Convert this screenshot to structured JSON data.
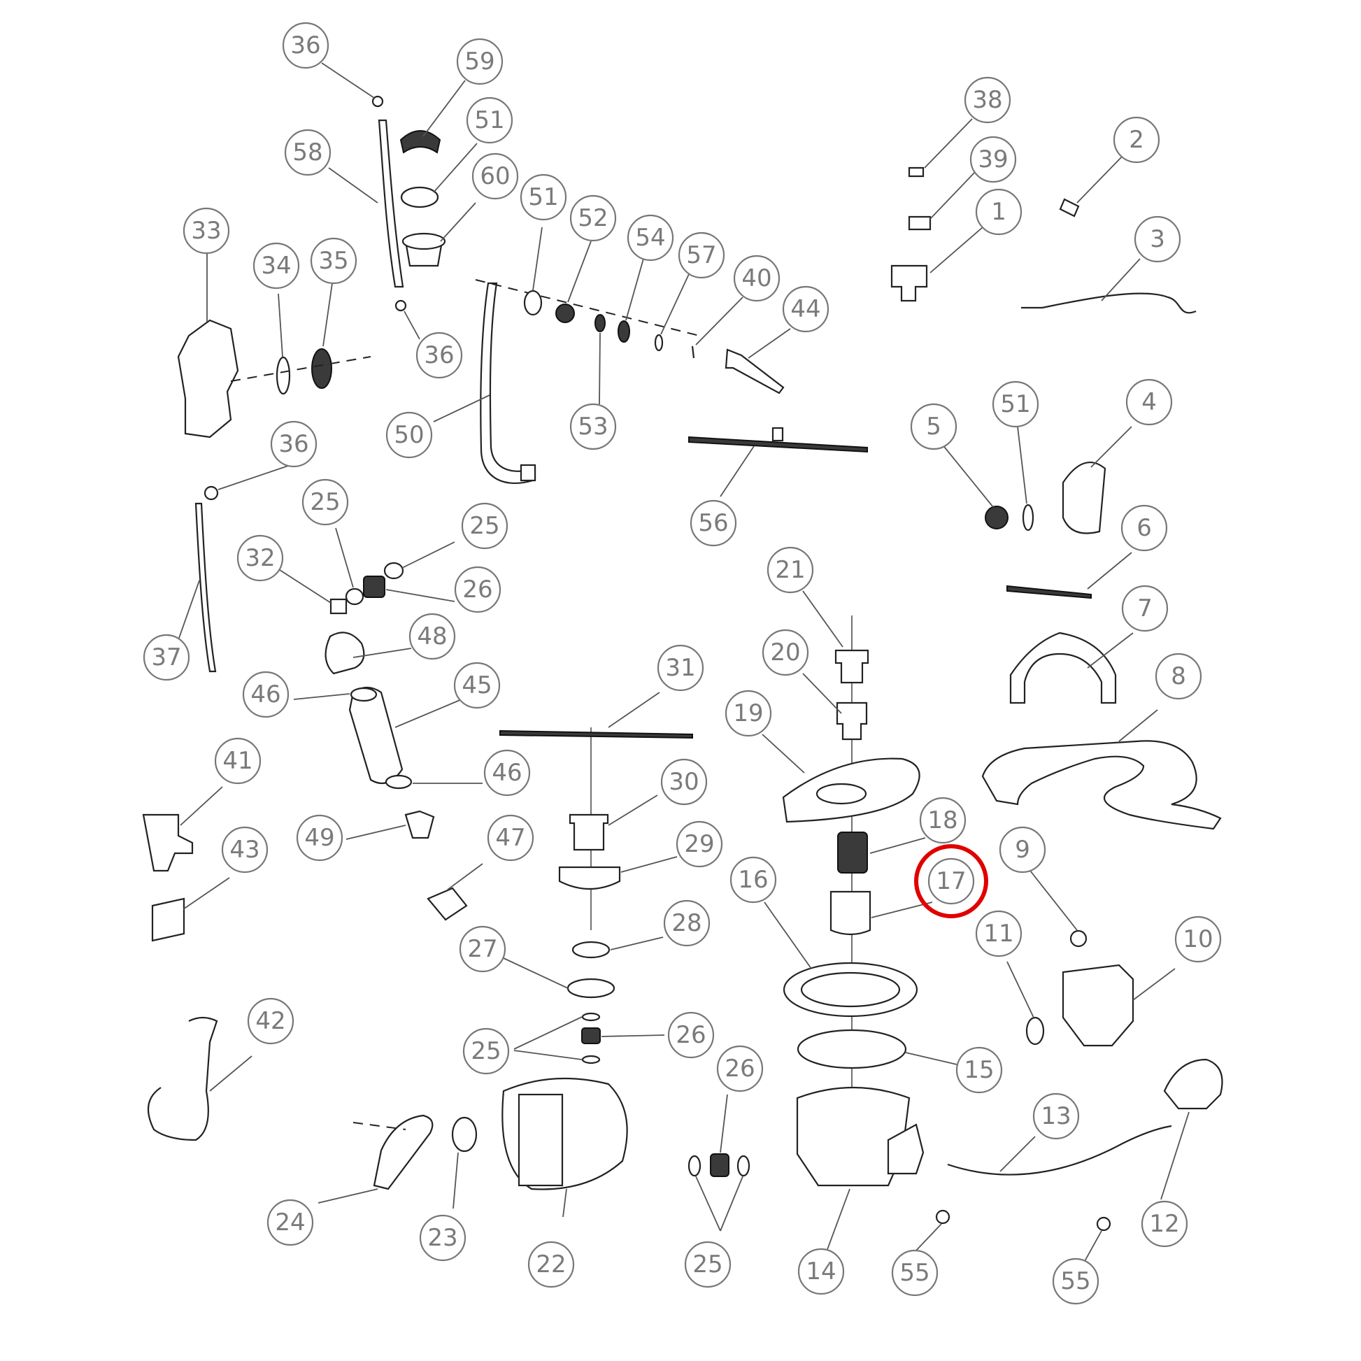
{
  "diagram": {
    "highlight_color": "#e00000",
    "highlighted_callout": "17",
    "callouts": [
      "1",
      "2",
      "3",
      "4",
      "5",
      "6",
      "7",
      "8",
      "9",
      "10",
      "11",
      "12",
      "13",
      "14",
      "15",
      "16",
      "17",
      "18",
      "19",
      "20",
      "21",
      "22",
      "23",
      "24",
      "25",
      "26",
      "27",
      "28",
      "29",
      "30",
      "31",
      "32",
      "33",
      "34",
      "35",
      "36",
      "37",
      "38",
      "39",
      "40",
      "41",
      "42",
      "43",
      "44",
      "45",
      "46",
      "47",
      "48",
      "49",
      "50",
      "51",
      "52",
      "53",
      "54",
      "55",
      "56",
      "57",
      "58",
      "59",
      "60"
    ]
  },
  "labels": {
    "c1": "1",
    "c2": "2",
    "c3": "3",
    "c4": "4",
    "c5": "5",
    "c6": "6",
    "c7": "7",
    "c8": "8",
    "c9": "9",
    "c10": "10",
    "c11": "11",
    "c12": "12",
    "c13": "13",
    "c14": "14",
    "c15": "15",
    "c16": "16",
    "c17": "17",
    "c18": "18",
    "c19": "19",
    "c20": "20",
    "c21": "21",
    "c22": "22",
    "c23": "23",
    "c24": "24",
    "c25": "25",
    "c26": "26",
    "c27": "27",
    "c28": "28",
    "c29": "29",
    "c30": "30",
    "c31": "31",
    "c32": "32",
    "c33": "33",
    "c34": "34",
    "c35": "35",
    "c36": "36",
    "c37": "37",
    "c38": "38",
    "c39": "39",
    "c40": "40",
    "c41": "41",
    "c42": "42",
    "c43": "43",
    "c44": "44",
    "c45": "45",
    "c46": "46",
    "c47": "47",
    "c48": "48",
    "c49": "49",
    "c50": "50",
    "c51": "51",
    "c52": "52",
    "c53": "53",
    "c54": "54",
    "c55": "55",
    "c56": "56",
    "c57": "57",
    "c58": "58",
    "c59": "59",
    "c60": "60"
  }
}
